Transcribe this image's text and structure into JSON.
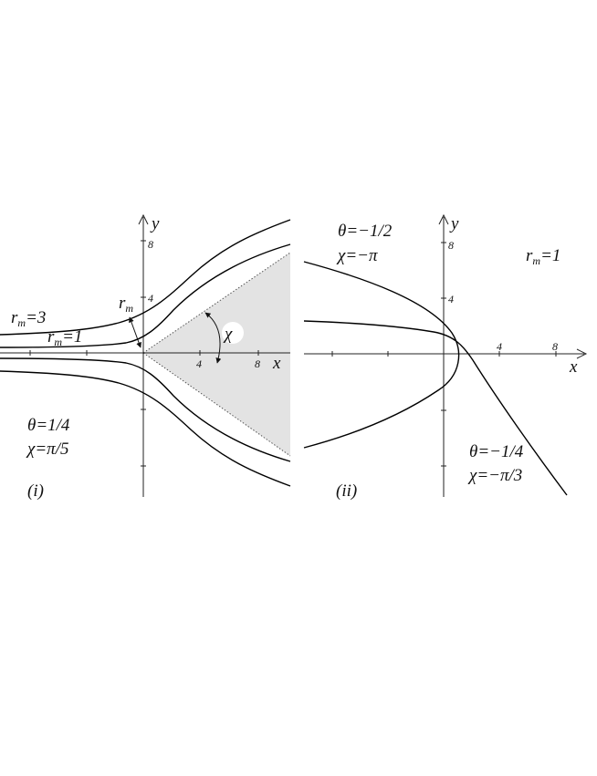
{
  "panel_i": {
    "label": "(i)",
    "y_axis": "y",
    "x_axis": "x",
    "y_ticks": [
      "8",
      "4"
    ],
    "x_ticks": [
      "4",
      "8"
    ],
    "rm_outer": {
      "r": "r",
      "m": "m",
      "val": "=3"
    },
    "rm_inner": {
      "r": "r",
      "m": "m",
      "val": "=1"
    },
    "rm_arrow": {
      "r": "r",
      "m": "m"
    },
    "chi_symbol": "χ",
    "theta": "θ=1/4",
    "chi": "χ=π/5"
  },
  "panel_ii": {
    "label": "(ii)",
    "y_axis": "y",
    "x_axis": "x",
    "y_ticks": [
      "8",
      "4"
    ],
    "x_ticks": [
      "4",
      "8"
    ],
    "rm": {
      "r": "r",
      "m": "m",
      "val": "=1"
    },
    "curve_a_theta": "θ=−1/2",
    "curve_a_chi": "χ=−π",
    "curve_b_theta": "θ=−1/4",
    "curve_b_chi": "χ=−π/3"
  },
  "colors": {
    "shade": "#e3e3e3",
    "ink": "#000000"
  }
}
